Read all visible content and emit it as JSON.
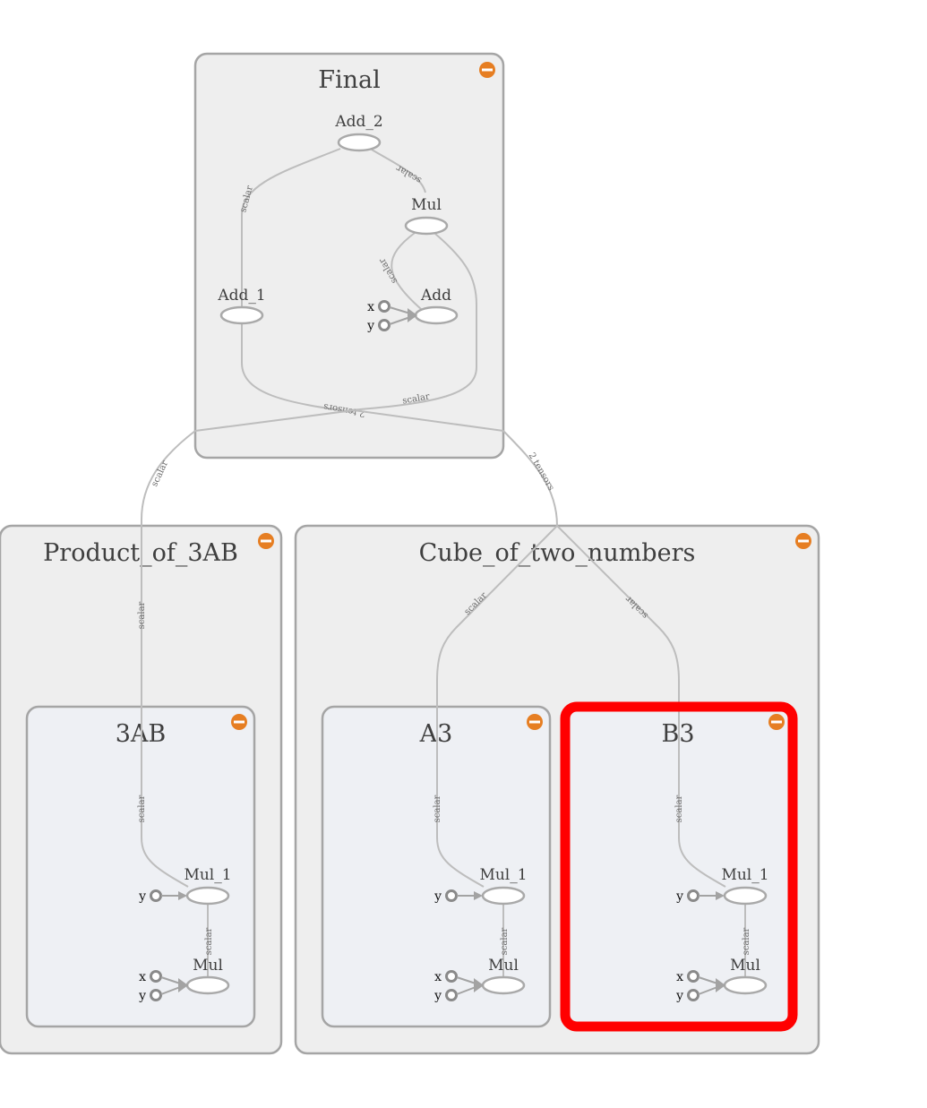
{
  "groups": {
    "final": {
      "title": "Final",
      "nodes": {
        "add_2": "Add_2",
        "mul": "Mul",
        "add_1": "Add_1",
        "add": "Add"
      },
      "inputs": {
        "x": "x",
        "y": "y"
      },
      "edges": {
        "add2_add1": "scalar",
        "add2_mul": "scalar",
        "mul_add": "scalar",
        "to_cube": "scalar",
        "to_add1": "2 tensors"
      }
    },
    "product": {
      "title": "Product_of_3AB",
      "edge_in": "scalar"
    },
    "cube": {
      "title": "Cube_of_two_numbers",
      "edge_a3": "scalar",
      "edge_b3": "scalar"
    },
    "ab3": {
      "title": "3AB",
      "nodes": {
        "mul_1": "Mul_1",
        "mul": "Mul"
      },
      "inputs": {
        "x": "x",
        "y": "y",
        "y1": "y"
      },
      "edges": {
        "in": "scalar",
        "inner": "scalar"
      }
    },
    "a3": {
      "title": "A3",
      "nodes": {
        "mul_1": "Mul_1",
        "mul": "Mul"
      },
      "inputs": {
        "x": "x",
        "y": "y",
        "y1": "y"
      },
      "edges": {
        "in": "scalar",
        "inner": "scalar"
      }
    },
    "b3": {
      "title": "B3",
      "nodes": {
        "mul_1": "Mul_1",
        "mul": "Mul"
      },
      "inputs": {
        "x": "x",
        "y": "y",
        "y1": "y"
      },
      "edges": {
        "in": "scalar",
        "inner": "scalar"
      }
    }
  },
  "cross_edges": {
    "final_to_product": "scalar",
    "final_to_cube": "2 tensors"
  },
  "colors": {
    "collapse_button": "#e67e22",
    "selection": "#ff0000",
    "group_fill": "#eeeeee",
    "subgroup_fill": "#eef0f4"
  },
  "icons": {
    "collapse": "minus-circle-icon"
  }
}
